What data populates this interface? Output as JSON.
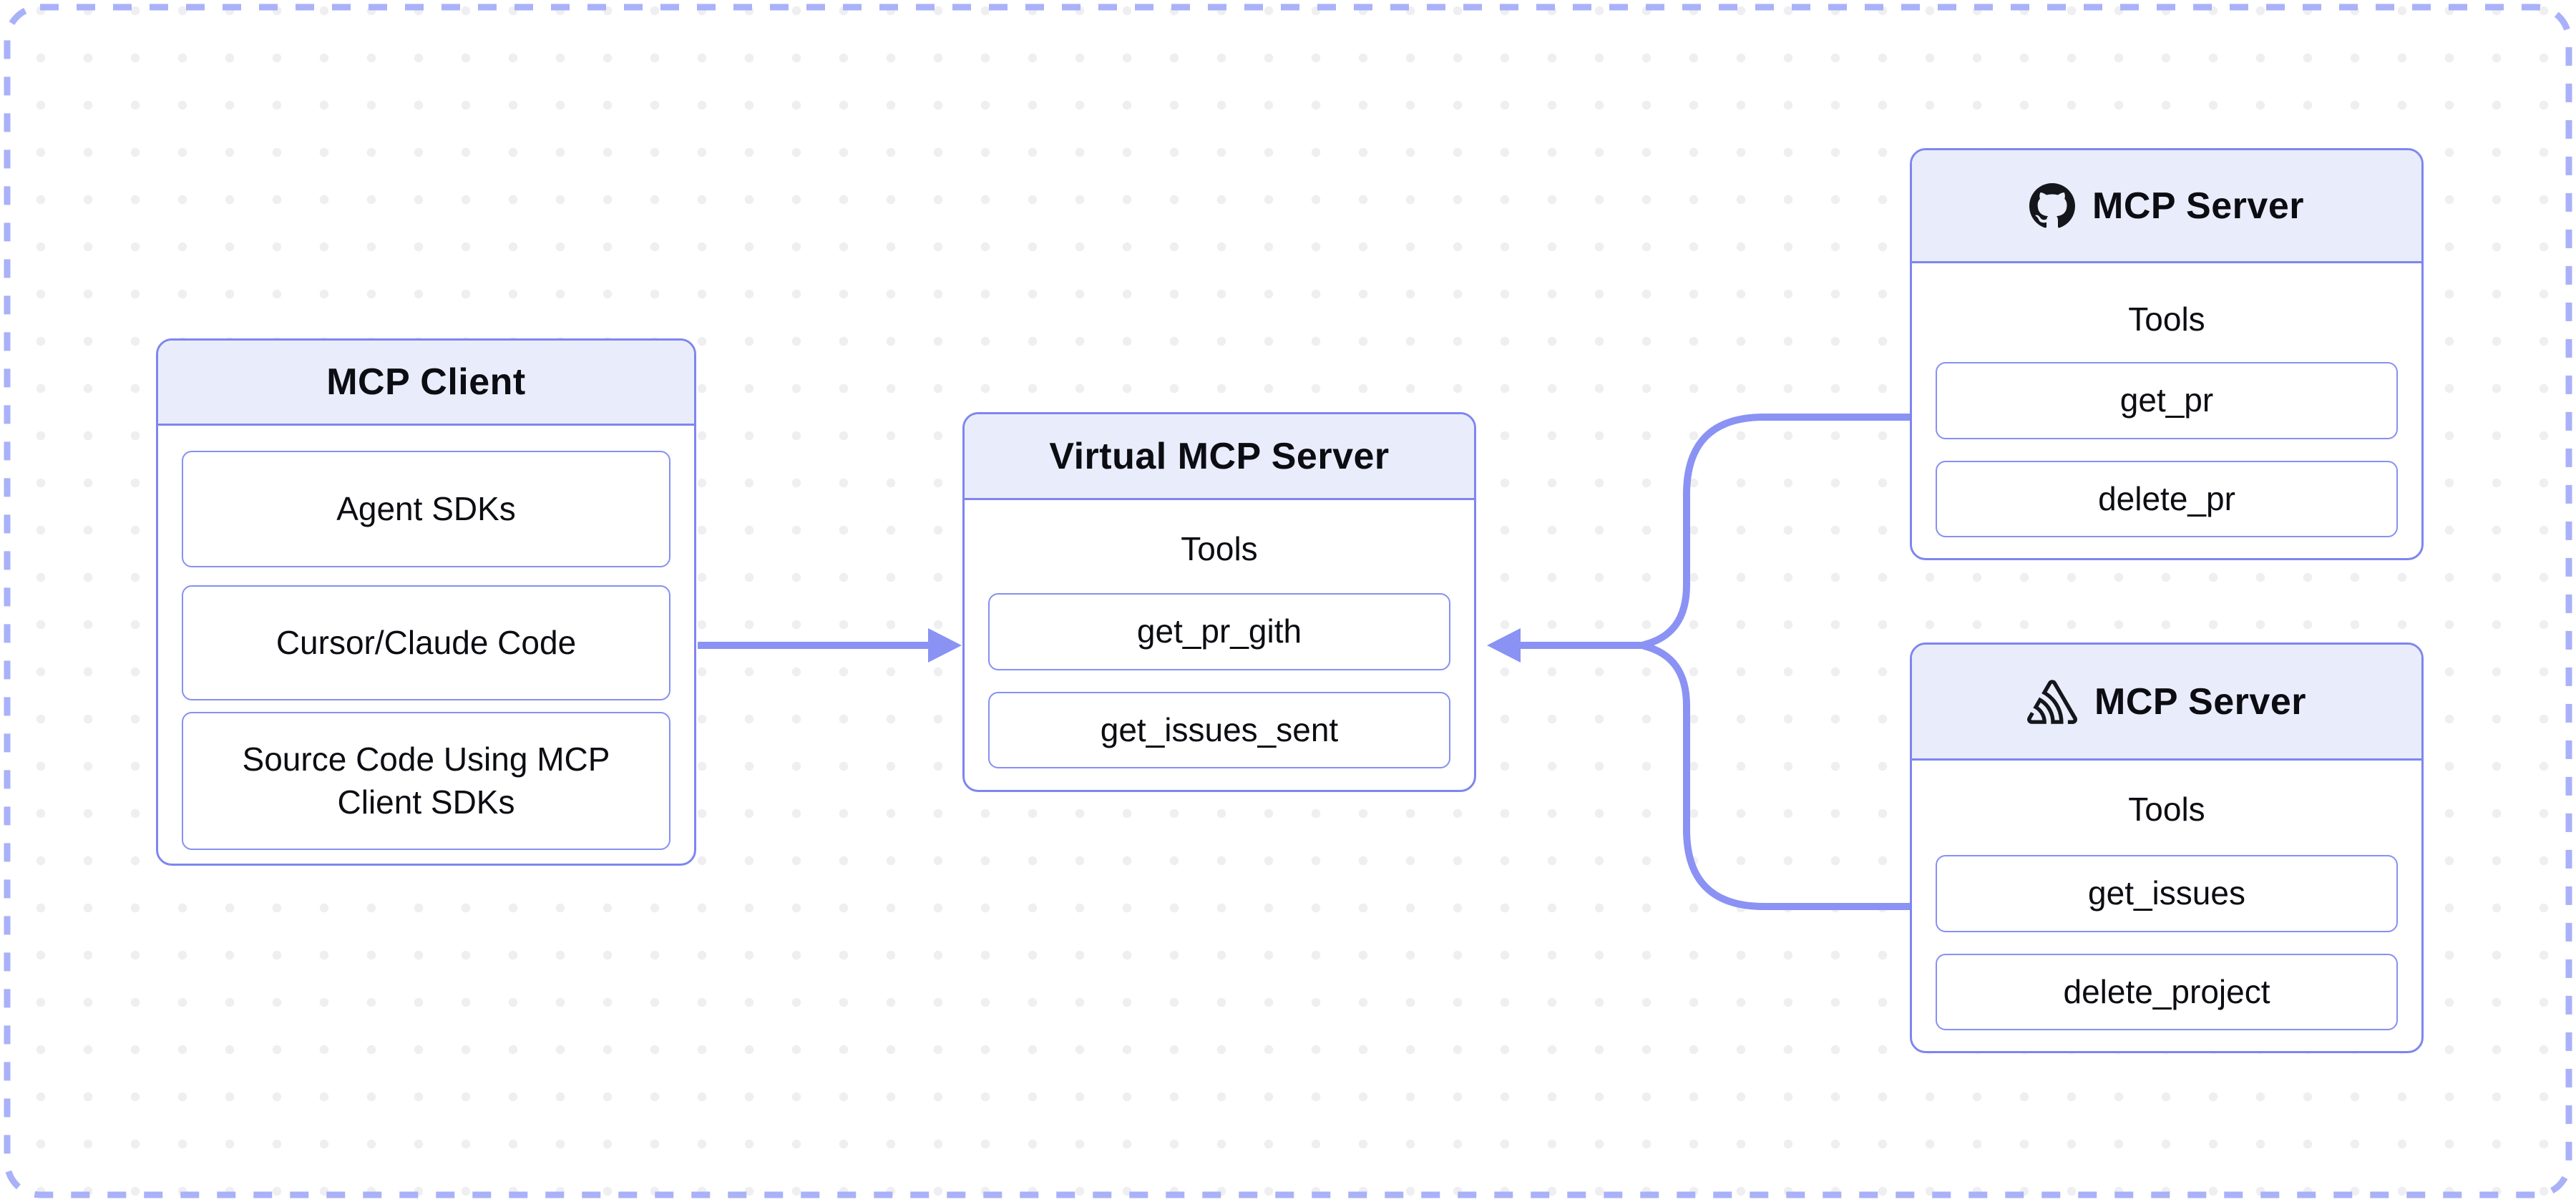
{
  "diagram": {
    "client": {
      "title": "MCP Client",
      "items": [
        "Agent SDKs",
        "Cursor/Claude Code",
        "Source Code Using MCP Client SDKs"
      ]
    },
    "virtual": {
      "title": "Virtual MCP Server",
      "section_label": "Tools",
      "tools": [
        "get_pr_gith",
        "get_issues_sent"
      ]
    },
    "servers": [
      {
        "title": "MCP Server",
        "icon": "github-icon",
        "section_label": "Tools",
        "tools": [
          "get_pr",
          "delete_pr"
        ]
      },
      {
        "title": "MCP Server",
        "icon": "sentry-icon",
        "section_label": "Tools",
        "tools": [
          "get_issues",
          "delete_project"
        ]
      }
    ],
    "colors": {
      "accent_line": "#8a92f4",
      "accent_border": "#7e86ef",
      "tool_border": "#8790f2",
      "header_fill": "#e9ecfb",
      "frame_dash": "#a9b1f8",
      "text": "#0c0d12",
      "dot": "#efeff2",
      "icon": "#14161b"
    }
  }
}
